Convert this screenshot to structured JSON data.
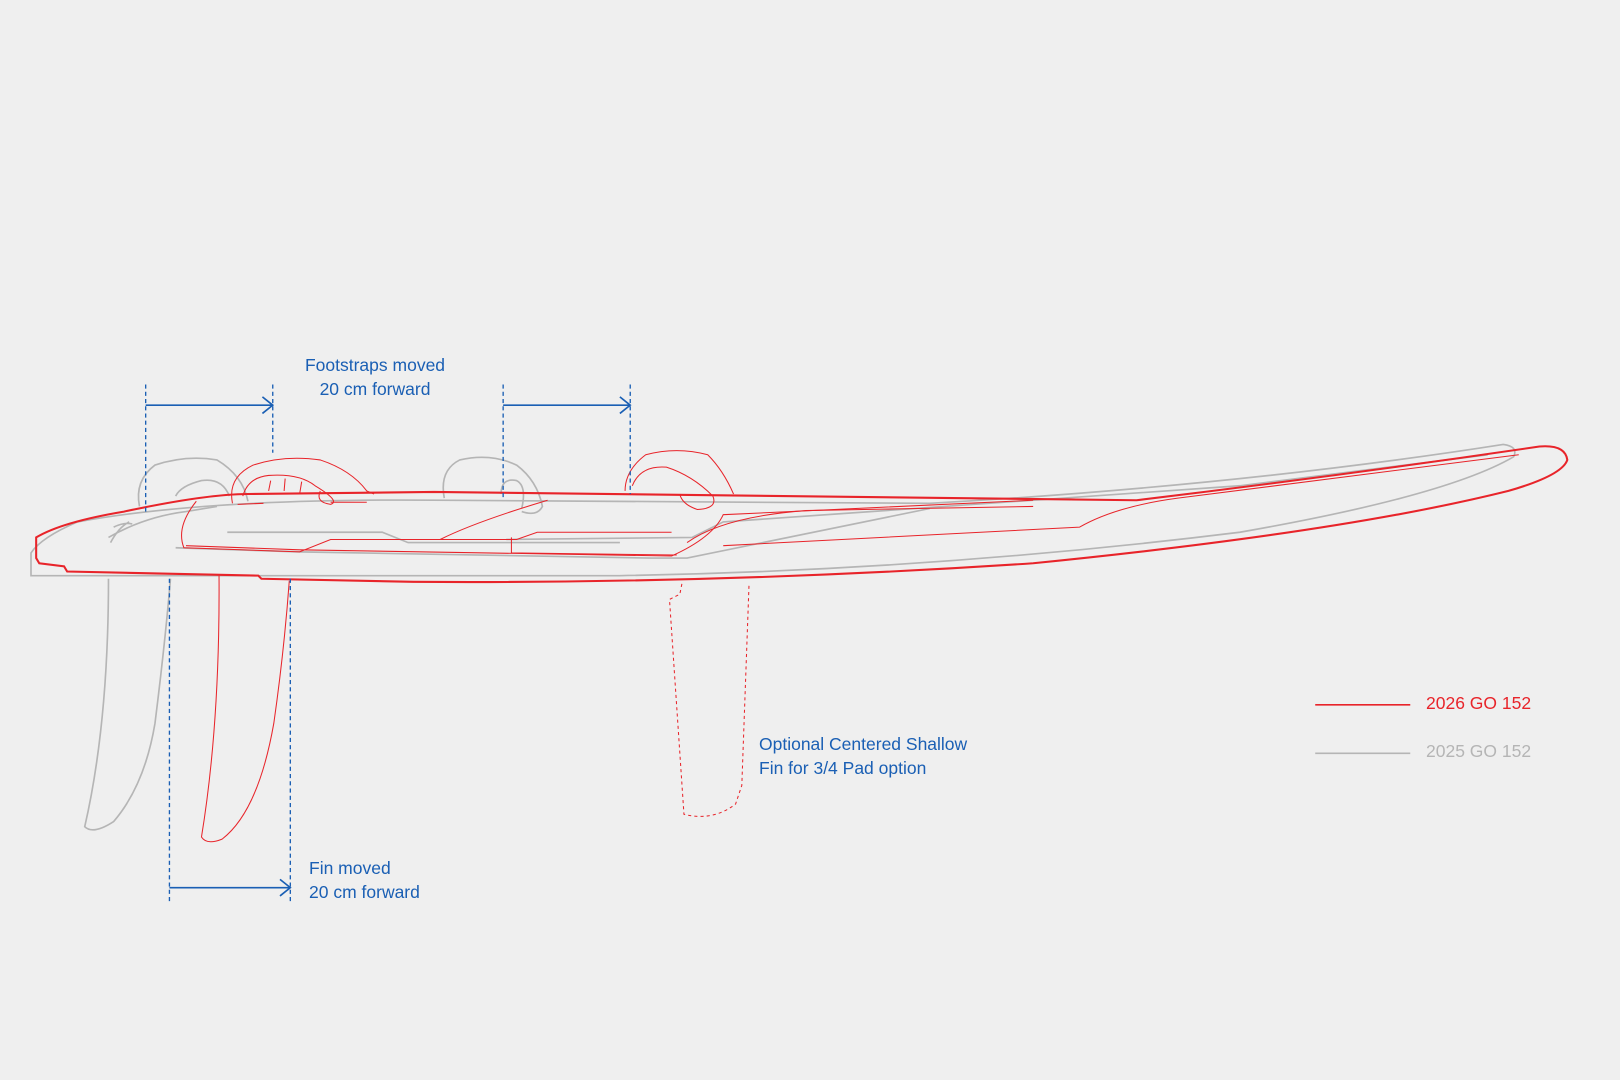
{
  "annotations": {
    "footstraps": [
      "Footstraps moved",
      "20 cm forward"
    ],
    "fin": [
      "Fin moved",
      "20 cm forward"
    ],
    "optional_fin": [
      "Optional Centered Shallow",
      "Fin for 3/4 Pad option"
    ]
  },
  "legend": [
    {
      "label": "2026 GO 152",
      "color": "#e8242a"
    },
    {
      "label": "2025 GO 152",
      "color": "#b5b5b5"
    }
  ],
  "colors": {
    "annotation": "#1a5fb4",
    "background": "#efefef"
  }
}
